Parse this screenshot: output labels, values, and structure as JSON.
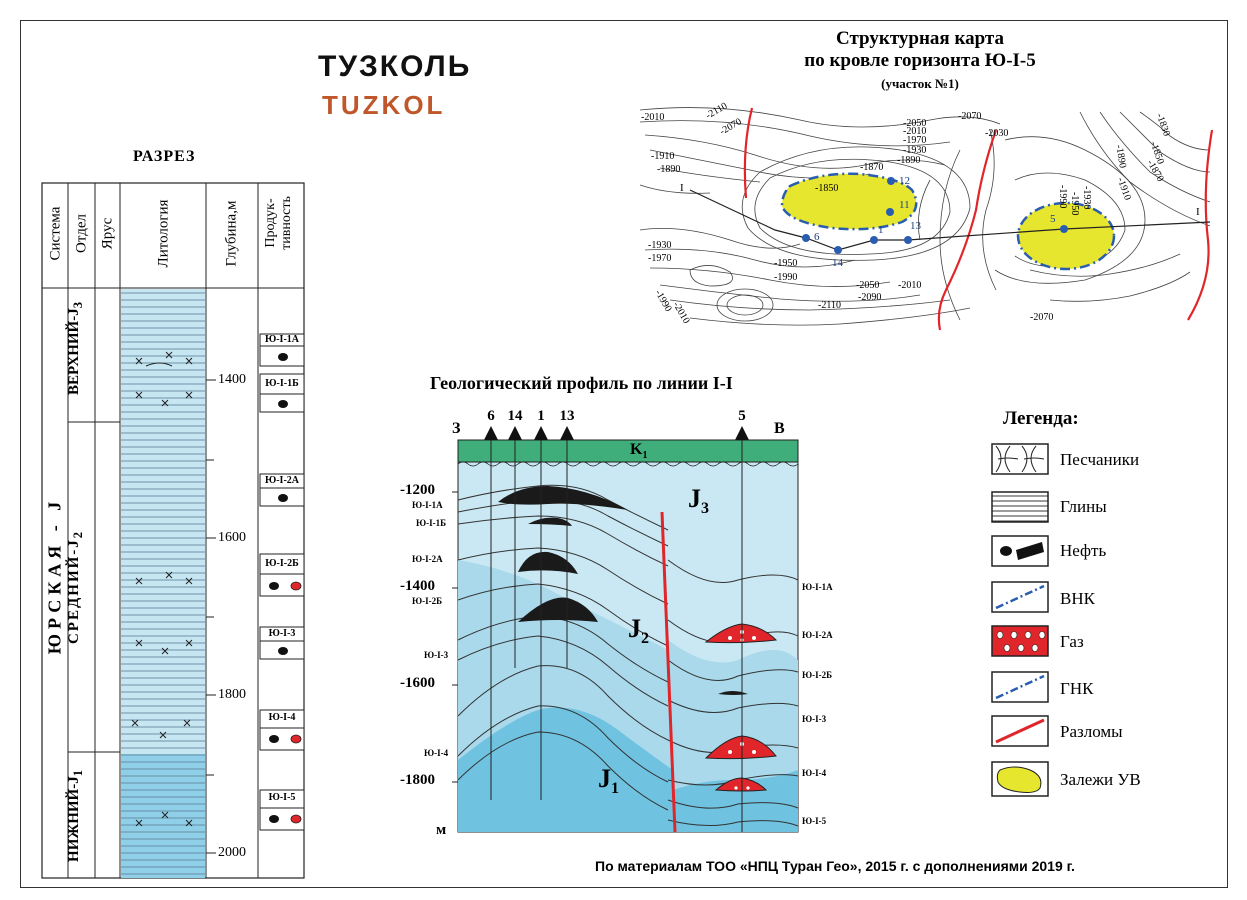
{
  "titles": {
    "ru": "ТУЗКОЛЬ",
    "en": "TUZKOL"
  },
  "section": {
    "title": "РАЗРЕЗ",
    "headers": {
      "system": "Система",
      "division": "Отдел",
      "stage": "Ярус",
      "lithology": "Литология",
      "depth": "Глубина,м",
      "productivity_line1": "Продук-",
      "productivity_line2": "тивность"
    },
    "system_label": "ЮРСКАЯ - J",
    "divisions": [
      {
        "label": "ВЕРХНИЙ-J",
        "sub": "3"
      },
      {
        "label": "СРЕДНИЙ-J",
        "sub": "2"
      },
      {
        "label": "НИЖНИЙ-J",
        "sub": "1"
      }
    ],
    "depth_ticks": [
      "1400",
      "1600",
      "1800",
      "2000"
    ],
    "horizons": [
      {
        "name": "Ю-I-1А",
        "oil": true,
        "gas": false
      },
      {
        "name": "Ю-I-1Б",
        "oil": true,
        "gas": false
      },
      {
        "name": "Ю-I-2А",
        "oil": true,
        "gas": false
      },
      {
        "name": "Ю-I-2Б",
        "oil": true,
        "gas": true
      },
      {
        "name": "Ю-I-3",
        "oil": true,
        "gas": false
      },
      {
        "name": "Ю-I-4",
        "oil": true,
        "gas": true
      },
      {
        "name": "Ю-I-5",
        "oil": true,
        "gas": true
      }
    ]
  },
  "map": {
    "title_line1": "Структурная карта",
    "title_line2": "по кровле горизонта Ю-I-5",
    "title_line3": "(участок №1)",
    "contour_labels": [
      "-2010",
      "-2110",
      "-2070",
      "-2050",
      "-2010",
      "-1970",
      "-1930",
      "-1890",
      "-1870",
      "-2070",
      "-2030",
      "-1830",
      "-1850",
      "-1870",
      "-1890",
      "-1910",
      "-1930",
      "-1950",
      "-1990",
      "-1910",
      "-1890",
      "-1850",
      "-1930",
      "-1970",
      "-1950",
      "-1990",
      "-2050",
      "-2090",
      "-2010",
      "-2110",
      "-1990",
      "-2010",
      "-2070"
    ],
    "line_end_labels": [
      "I",
      "I"
    ],
    "wells": [
      "12",
      "11",
      "1",
      "13",
      "6",
      "14",
      "5"
    ]
  },
  "profile": {
    "title": "Геологический профиль по линии I-I",
    "west": "З",
    "east": "В",
    "wells": [
      "6",
      "14",
      "1",
      "13",
      "5"
    ],
    "cretaceous": "K",
    "cretaceous_sub": "1",
    "unit_labels": [
      {
        "label": "J",
        "sub": "3"
      },
      {
        "label": "J",
        "sub": "2"
      },
      {
        "label": "J",
        "sub": "1"
      }
    ],
    "depth_labels": [
      "-1200",
      "-1400",
      "-1600",
      "-1800"
    ],
    "depth_unit": "м",
    "left_horizons": [
      "Ю-I-1А",
      "Ю-I-1Б",
      "Ю-I-2А",
      "Ю-I-2Б",
      "Ю-I-3",
      "Ю-I-4"
    ],
    "right_horizons": [
      "Ю-I-1А",
      "Ю-I-2А",
      "Ю-I-2Б",
      "Ю-I-3",
      "Ю-I-4",
      "Ю-I-5"
    ]
  },
  "legend": {
    "title": "Легенда:",
    "items": [
      {
        "label": "Песчаники",
        "icon": "sandstone-pattern"
      },
      {
        "label": "Глины",
        "icon": "clay-pattern"
      },
      {
        "label": "Нефть",
        "icon": "oil-symbol"
      },
      {
        "label": "ВНК",
        "icon": "owc-line"
      },
      {
        "label": "Газ",
        "icon": "gas-pattern"
      },
      {
        "label": "ГНК",
        "icon": "gwc-line"
      },
      {
        "label": "Разломы",
        "icon": "fault-line"
      },
      {
        "label": "Залежи УВ",
        "icon": "deposit-shape"
      }
    ]
  },
  "footer": "По материалам ТОО «НПЦ Туран Гео», 2015 г. с дополнениями 2019 г.",
  "colors": {
    "fault": "#e0262a",
    "deposit": "#e6e62e",
    "owc": "#2a5db0",
    "upper_j": "#c9e7f1",
    "middle_j": "#a8d8ea",
    "lower_j": "#6fc3e0",
    "cretaceous": "#3fae7a",
    "title_en": "#c0572a"
  }
}
